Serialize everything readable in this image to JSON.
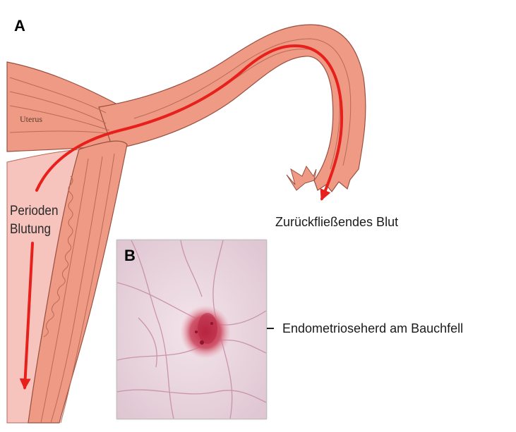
{
  "panel_a": {
    "letter": "A",
    "uterus_label": "Uterus",
    "period_label_line1": "Perioden",
    "period_label_line2": "Blutung",
    "reflux_label": "Zurückfließendes Blut"
  },
  "panel_b": {
    "letter": "B",
    "lesion_label": "Endometrioseherd am Bauchfell"
  },
  "colors": {
    "tissue": "#ee9a85",
    "tissue_outline": "#9a5040",
    "muscle_lines": "#b96a58",
    "lining": "#f6c3bd",
    "blood_arrow": "#e8201c",
    "pointer_arrow": "#222222",
    "peritoneum": "#efe0e6",
    "lesion": "#c33a55"
  }
}
